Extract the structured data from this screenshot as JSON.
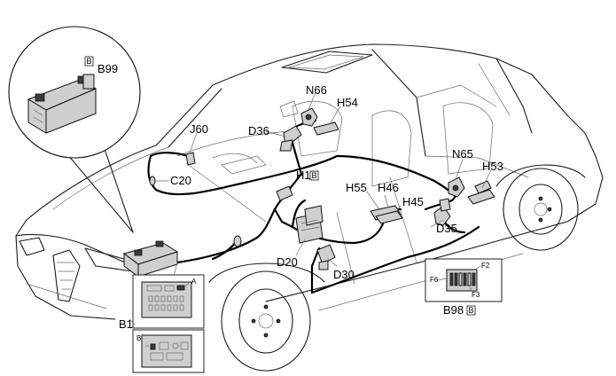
{
  "labels": {
    "b99": "B99",
    "b99_box": "B",
    "n66": "N66",
    "h54": "H54",
    "d36": "D36",
    "j60": "J60",
    "c20": "C20",
    "h1": "H1",
    "h1_box": "B",
    "n65": "N65",
    "h53": "H53",
    "h55": "H55",
    "h46": "H46",
    "h45": "H45",
    "d35": "D35",
    "d20": "D20",
    "d30": "D30",
    "b1": "B1",
    "b98": "B98",
    "b98_box": "B",
    "f2": "F2",
    "f6": "F6",
    "f3": "F3",
    "detail_a": "A",
    "detail_b": "B"
  }
}
